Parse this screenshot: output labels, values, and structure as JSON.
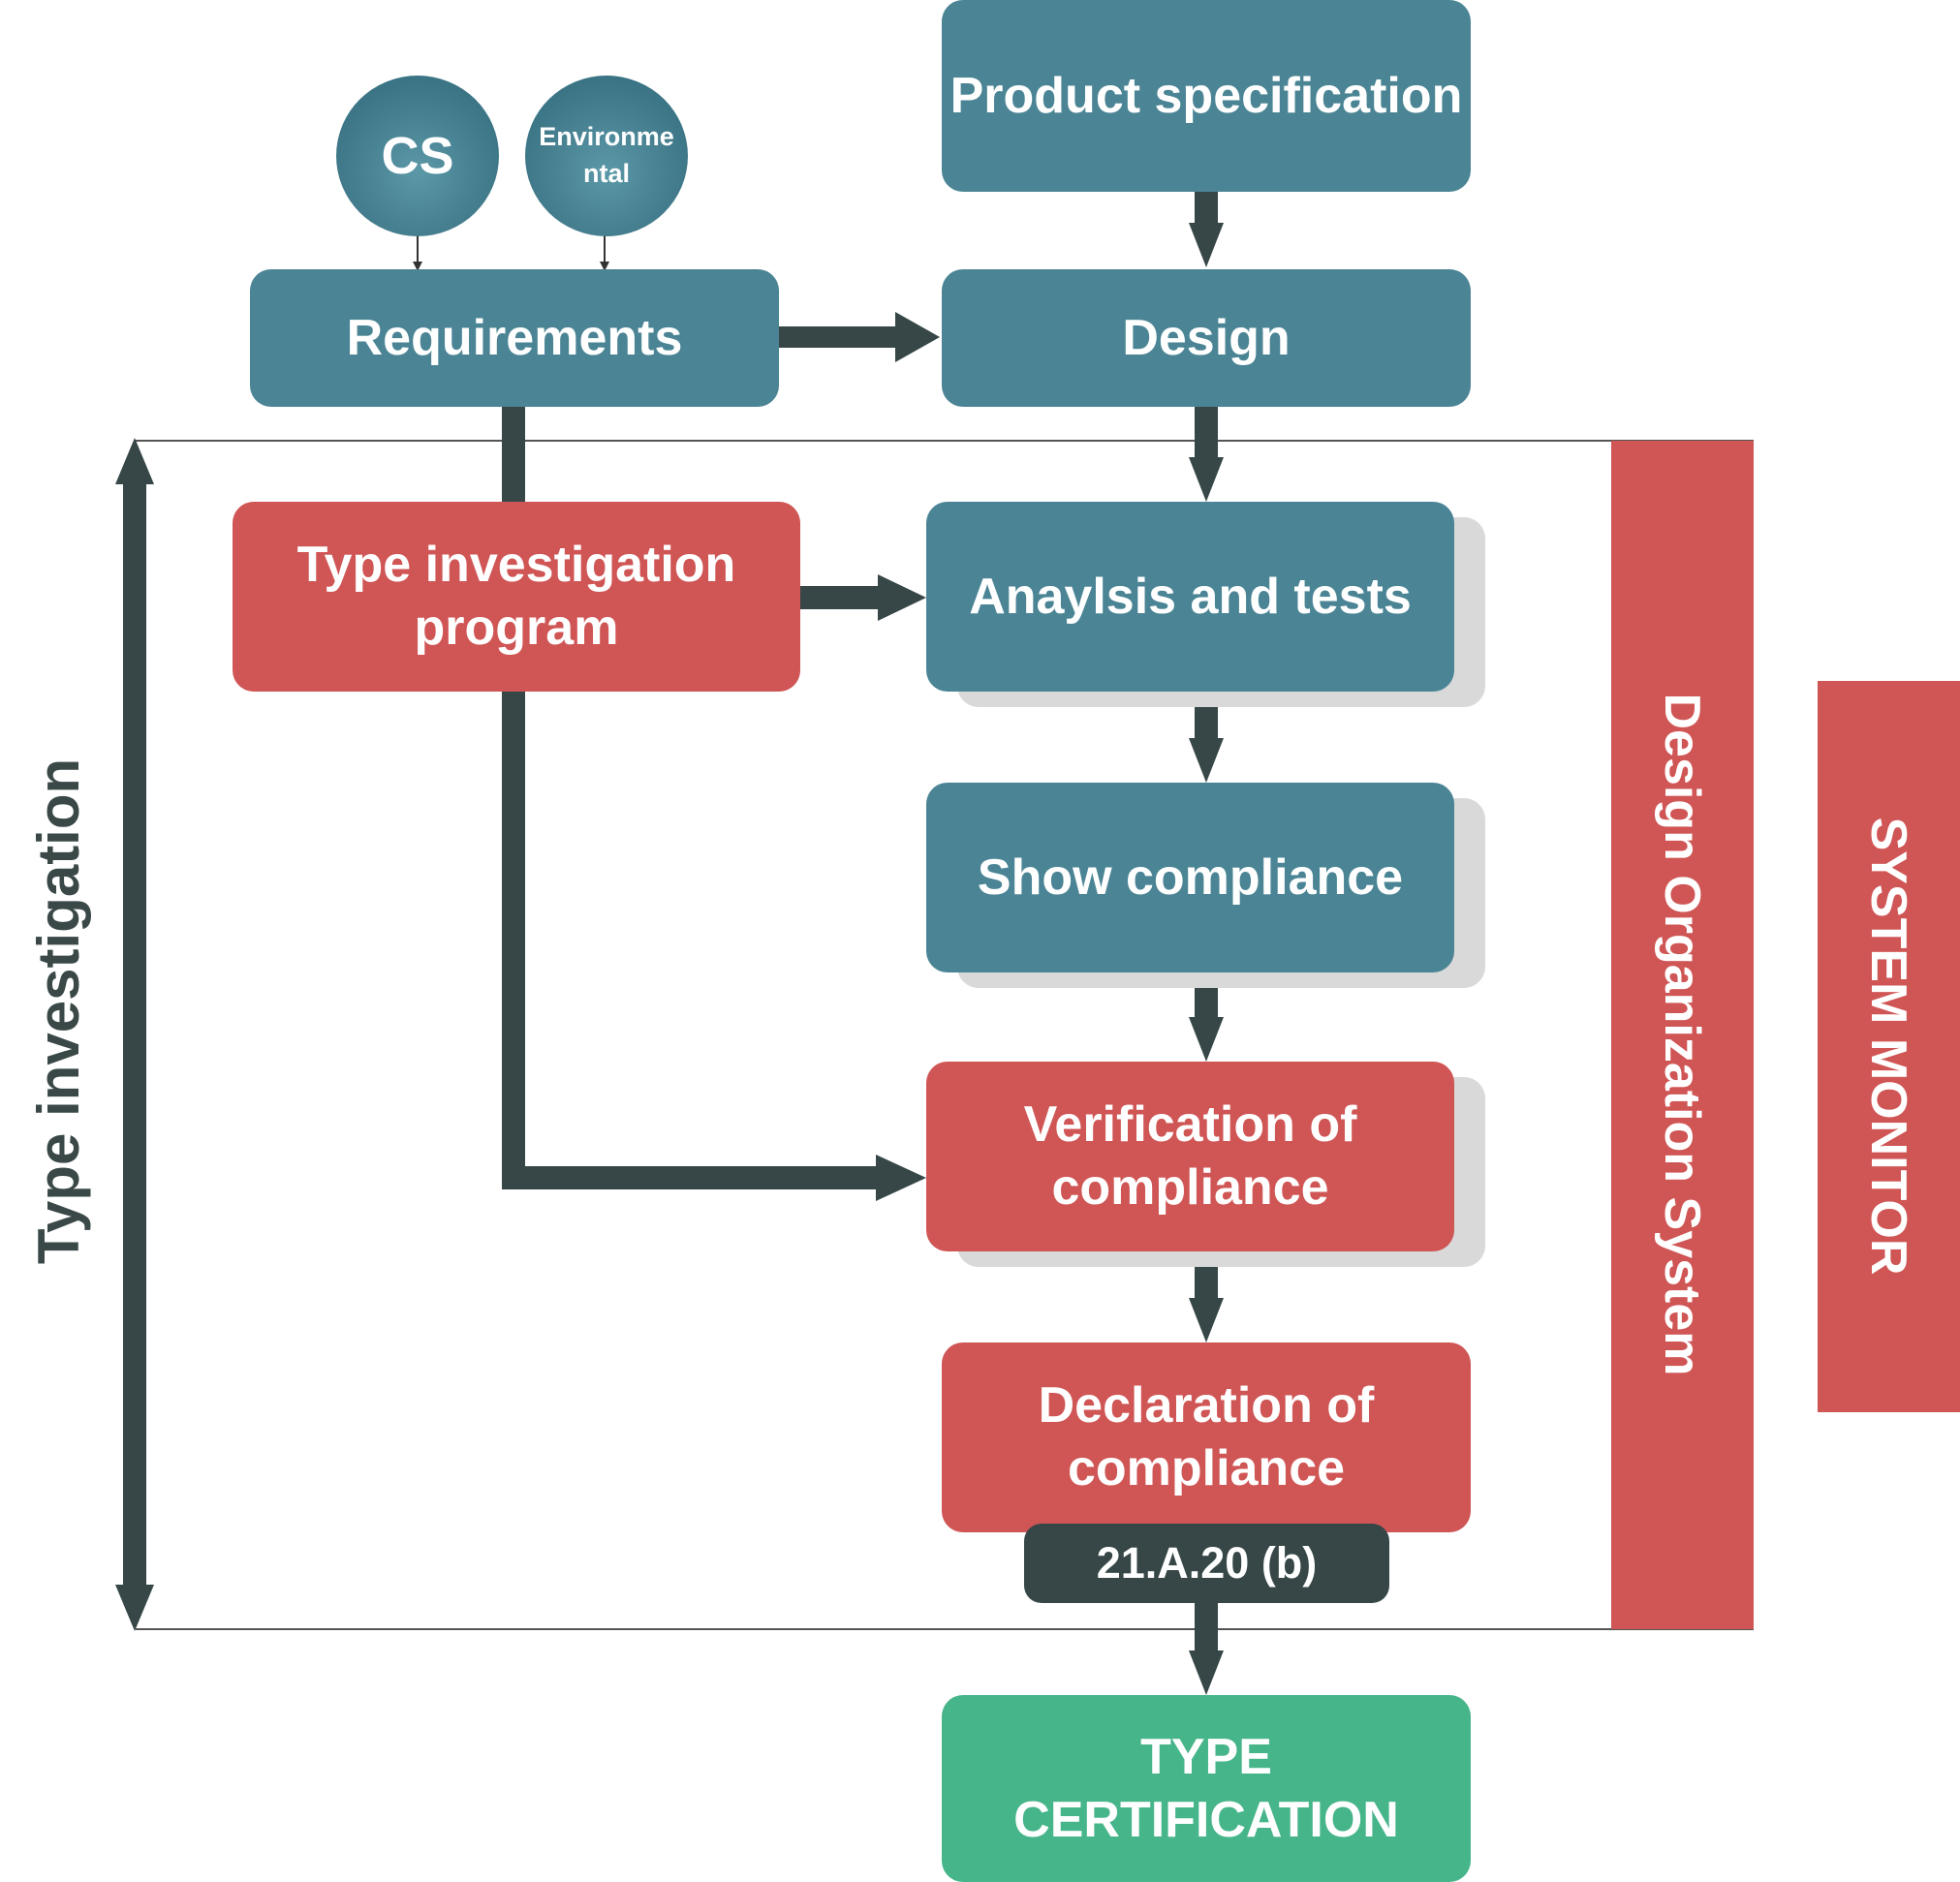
{
  "nodes": {
    "product_specification": "Product specification",
    "cs": "CS",
    "environmental": "Environmental",
    "requirements": "Requirements",
    "design": "Design",
    "type_investigation_program": "Type investigation program",
    "analysis_and_tests": "Anaylsis and tests",
    "show_compliance": "Show compliance",
    "verification_of_compliance": "Verification of compliance",
    "declaration_of_compliance": "Declaration of compliance",
    "regulation_ref": "21.A.20 (b)",
    "type_certification": "TYPE CERTIFICATION"
  },
  "side_labels": {
    "type_investigation": "Type investigation",
    "design_organization_system": "Design Organization System",
    "system_monitor": "SYSTEM MONITOR"
  },
  "colors": {
    "teal": "#4b8595",
    "red": "#d05555",
    "green": "#46b58a",
    "dark_connector": "#374747",
    "shadow": "#d9d9d9"
  }
}
